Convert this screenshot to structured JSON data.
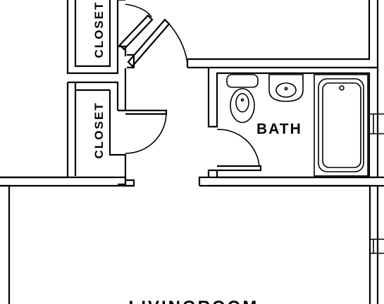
{
  "rooms": {
    "closet_upper": "CLOSET",
    "closet_lower": "CLOSET",
    "bath": "BATH",
    "living": "LIVINGROOM"
  }
}
